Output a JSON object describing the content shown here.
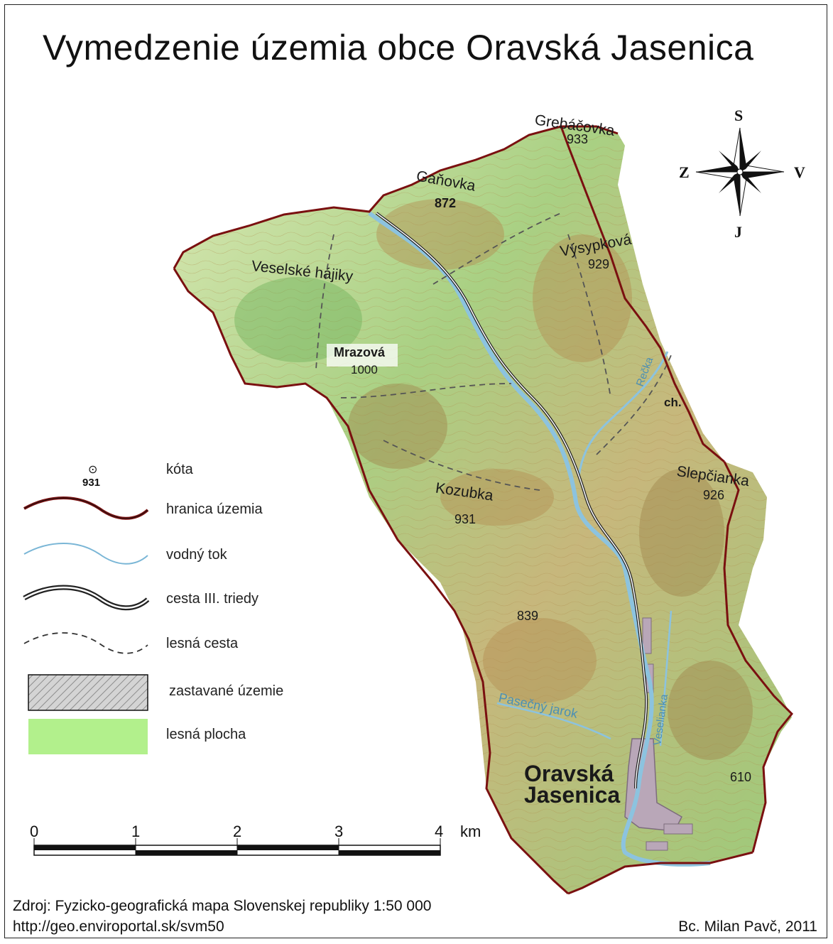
{
  "title": "Vymedzenie územia obce Oravská Jasenica",
  "compass": {
    "north": "S",
    "south": "J",
    "west": "Z",
    "east": "V",
    "icon": "compass-rose-icon"
  },
  "map_labels": {
    "peaks": [
      {
        "name": "Grebáčovka",
        "elevation": "933"
      },
      {
        "name": "Gaňovka",
        "elevation": "872"
      },
      {
        "name": "Výsypková",
        "elevation": "929"
      },
      {
        "name": "Veselské hájiky",
        "elevation": ""
      },
      {
        "name": "Mrazová",
        "elevation": "1000"
      },
      {
        "name": "Slepčianka",
        "elevation": "926"
      },
      {
        "name": "Kozubka",
        "elevation": "931"
      },
      {
        "name": "",
        "elevation": "839"
      },
      {
        "name": "",
        "elevation": "610"
      }
    ],
    "water": {
      "stream_1": "Pasečný jarok",
      "stream_2": "Veselianka",
      "stream_3": "Rečka"
    },
    "hut": "ch.",
    "village": {
      "line1": "Oravská",
      "line2": "Jasenica"
    }
  },
  "legend": {
    "kota_symbol": "⊙",
    "kota_example": "931",
    "items": [
      {
        "label": "kóta",
        "symbol": "elevation-point-icon"
      },
      {
        "label": "hranica územia",
        "symbol": "boundary-line-icon",
        "color": "#7a1010"
      },
      {
        "label": "vodný tok",
        "symbol": "watercourse-line-icon",
        "color": "#7ab6d6"
      },
      {
        "label": "cesta III. triedy",
        "symbol": "road-line-icon",
        "color": "#222222"
      },
      {
        "label": "lesná cesta",
        "symbol": "forest-road-line-icon",
        "color": "#333333"
      },
      {
        "label": "zastavané územie",
        "symbol": "built-up-area-icon",
        "color": "#c8c8c8"
      },
      {
        "label": "lesná plocha",
        "symbol": "forest-area-icon",
        "color": "#b2f08c"
      }
    ]
  },
  "scale": {
    "ticks": [
      "0",
      "1",
      "2",
      "3",
      "4"
    ],
    "unit": "km"
  },
  "source": {
    "line1": "Zdroj: Fyzicko-geografická mapa Slovenskej republiky 1:50 000",
    "line2": "http://geo.enviroportal.sk/svm50"
  },
  "author": "Bc. Milan Pavč, 2011",
  "colors": {
    "terrain_light": "#cfe3a8",
    "terrain_green": "#9fcc7a",
    "terrain_brown": "#c9a86a",
    "boundary": "#7a1010",
    "river": "#7ab6d6",
    "settlement": "#b9a7b8"
  }
}
